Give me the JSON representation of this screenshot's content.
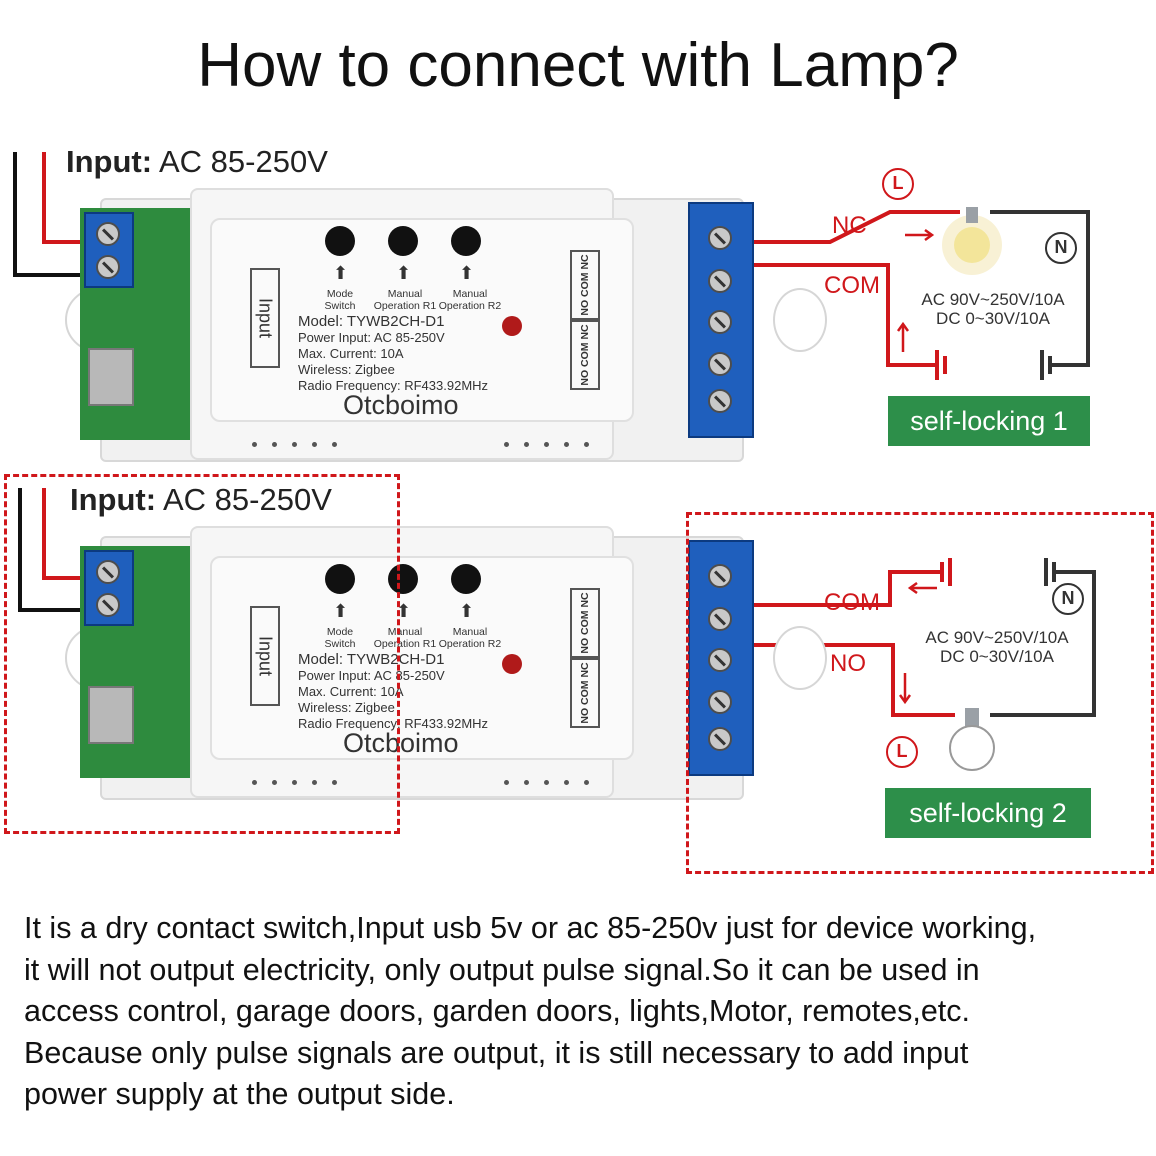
{
  "title": "How to connect with Lamp?",
  "input_label": {
    "prefix": "Input:",
    "value": "AC 85-250V"
  },
  "device": {
    "buttons": [
      {
        "line1": "Mode",
        "line2": "Switch"
      },
      {
        "line1": "Manual",
        "line2": "Operation R1"
      },
      {
        "line1": "Manual",
        "line2": "Operation R2"
      }
    ],
    "input_box": "Input",
    "info": [
      "Model: TYWB2CH-D1",
      "Power Input: AC 85-250V",
      "Max. Current: 10A",
      "Wireless: Zigbee",
      "Radio Frequency: RF433.92MHz"
    ],
    "brand": "Otcboimo",
    "terminal_top": "NO COM NC",
    "terminal_bottom": "NO COM NC"
  },
  "circuit1": {
    "nc_label": "NC",
    "com_label": "COM",
    "spec_line1": "AC 90V~250V/10A",
    "spec_line2": "DC 0~30V/10A",
    "badge": "self-locking 1",
    "symbol_l": "L",
    "symbol_n": "N"
  },
  "circuit2": {
    "com_label": "COM",
    "no_label": "NO",
    "spec_line1": "AC 90V~250V/10A",
    "spec_line2": "DC 0~30V/10A",
    "badge": "self-locking 2",
    "symbol_l": "L",
    "symbol_n": "N"
  },
  "paragraph": [
    "It is a dry contact switch,Input usb 5v or ac 85-250v just for device working,",
    "it will not output electricity, only output pulse signal.So it can be used in",
    "access control, garage doors, garden doors, lights,Motor, remotes,etc.",
    "Because only pulse signals are output, it is still necessary to add input",
    "power supply at the output side."
  ],
  "colors": {
    "wire_red": "#d0171b",
    "wire_black": "#111111",
    "badge_green": "#2d8f4a",
    "terminal_blue": "#1f5fbd"
  }
}
